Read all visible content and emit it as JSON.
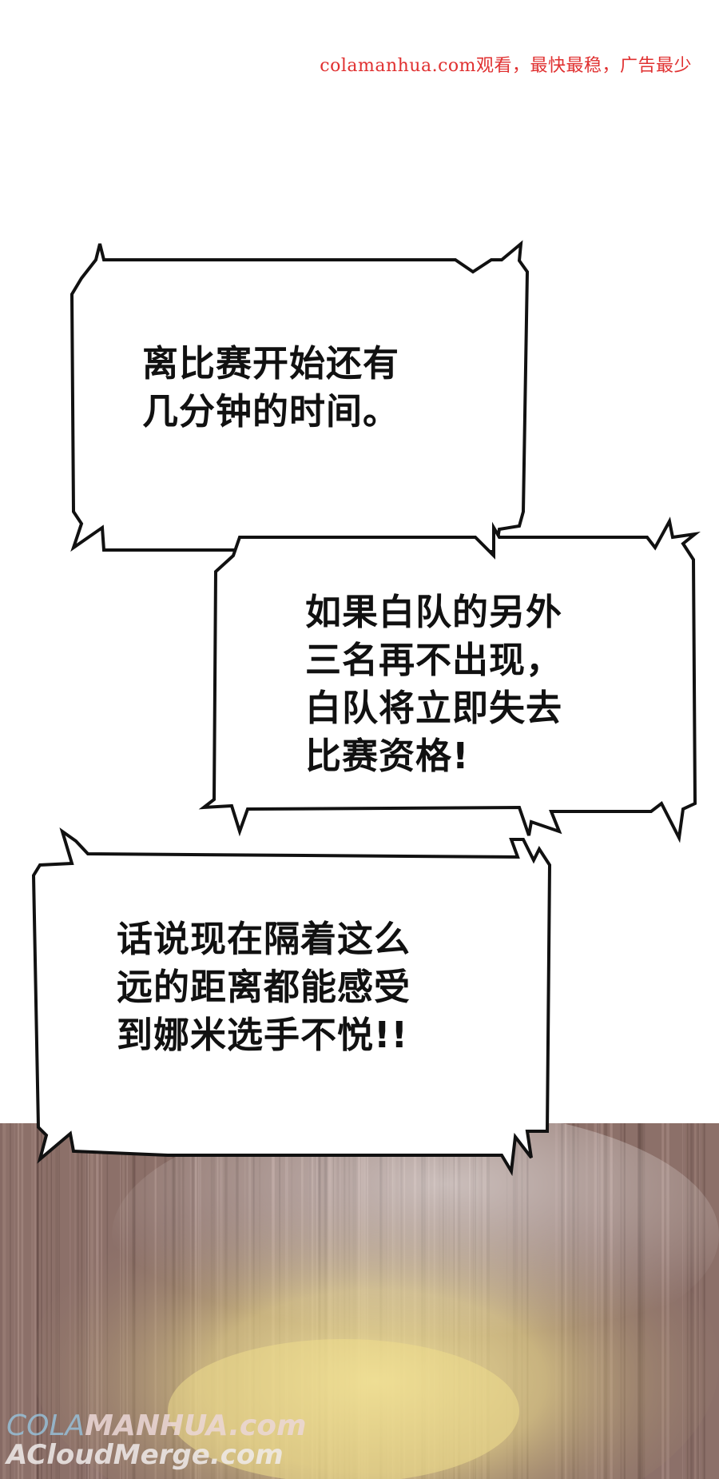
{
  "banner": {
    "text": "colamanhua.com观看，最快最稳，广告最少"
  },
  "bubbles": [
    {
      "lines": [
        "离比赛开始还有",
        "几分钟的时间。"
      ]
    },
    {
      "lines": [
        "如果白队的另外",
        "三名再不出现，",
        "白队将立即失去",
        "比赛资格!"
      ]
    },
    {
      "lines": [
        "话说现在隔着这么",
        "远的距离都能感受",
        "到娜米选手不悦!!"
      ]
    }
  ],
  "watermark": {
    "line1_prefix": "COLA",
    "line1_suffix": "MANHUA.com",
    "line2": "ACloudMerge.com"
  },
  "colors": {
    "banner": "#e03030",
    "floor": "#8a6f68",
    "glow": "#e8d88a"
  }
}
